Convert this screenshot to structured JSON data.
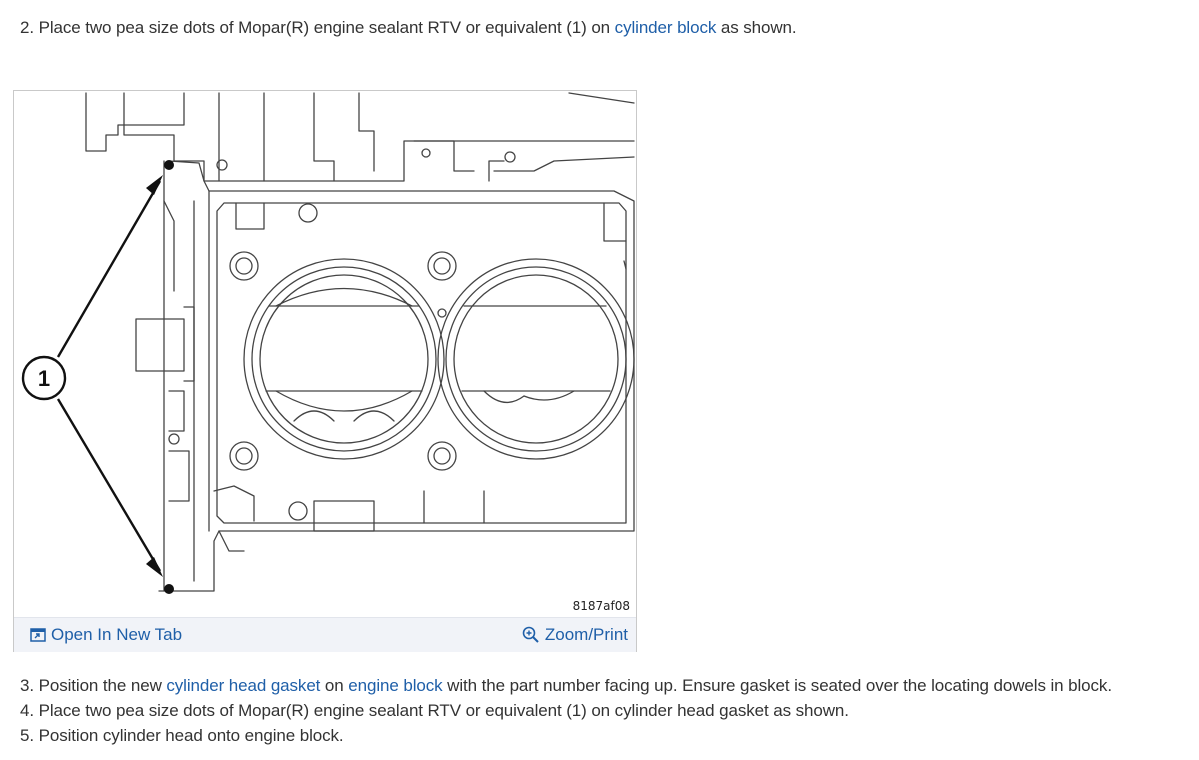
{
  "steps": {
    "step2": {
      "prefix": "2. Place two pea size dots of Mopar(R) engine sealant RTV or equivalent (1) on ",
      "link": "cylinder block",
      "suffix": " as shown."
    },
    "step3": {
      "prefix": "3. Position the new ",
      "link1": "cylinder head gasket",
      "middle": " on ",
      "link2": "engine block",
      "suffix": " with the part number facing up. Ensure gasket is seated over the locating dowels in block."
    },
    "step4": {
      "text": "4. Place two pea size dots of Mopar(R) engine sealant RTV or equivalent (1) on cylinder head gasket as shown."
    },
    "step5": {
      "text": "5. Position cylinder head onto engine block."
    }
  },
  "figure": {
    "callout_number": "1",
    "code": "8187af08",
    "open_tab_label": "Open In New Tab",
    "zoom_print_label": "Zoom/Print",
    "icons": {
      "open_tab": "open-in-new-tab-icon",
      "zoom": "zoom-in-icon"
    }
  },
  "colors": {
    "link": "#1f5fa8",
    "text": "#333333",
    "toolbar_bg": "#f1f3f8"
  }
}
